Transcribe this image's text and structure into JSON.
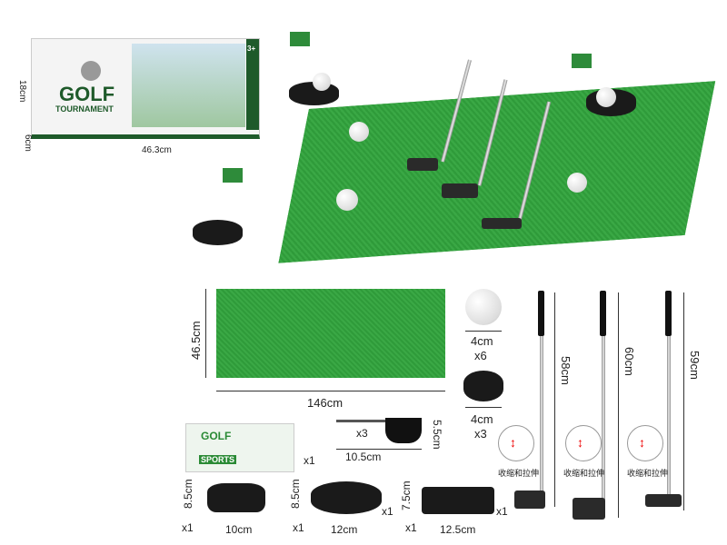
{
  "box": {
    "brand": "GOLF",
    "subtitle": "TOURNAMENT",
    "age": "3+",
    "width": "46.3cm",
    "height": "18cm",
    "depth": "6cm"
  },
  "mat": {
    "width": "146cm",
    "height": "46.5cm"
  },
  "ball": {
    "size": "4cm",
    "qty": "x6"
  },
  "tee": {
    "size": "4cm",
    "qty": "x3"
  },
  "clubs": [
    {
      "length": "58cm",
      "note": "收缩和拉伸"
    },
    {
      "length": "60cm",
      "note": "收缩和拉伸"
    },
    {
      "length": "59cm",
      "note": "收缩和拉伸"
    }
  ],
  "flag": {
    "qty": "x3",
    "width": "10.5cm",
    "height": "5.5cm"
  },
  "sticker": {
    "brand": "GOLF",
    "label": "SPORTS",
    "qty": "x1"
  },
  "holes": [
    {
      "width": "10cm",
      "height": "8.5cm",
      "qty": "x1"
    },
    {
      "width": "12cm",
      "height": "8.5cm",
      "qty_left": "x1",
      "qty_right": "x1"
    },
    {
      "width": "12.5cm",
      "height": "7.5cm",
      "qty_left": "x1",
      "qty_right": "x1"
    }
  ],
  "colors": {
    "grass": "#2f9b3a",
    "box_green": "#1e5a2a"
  }
}
